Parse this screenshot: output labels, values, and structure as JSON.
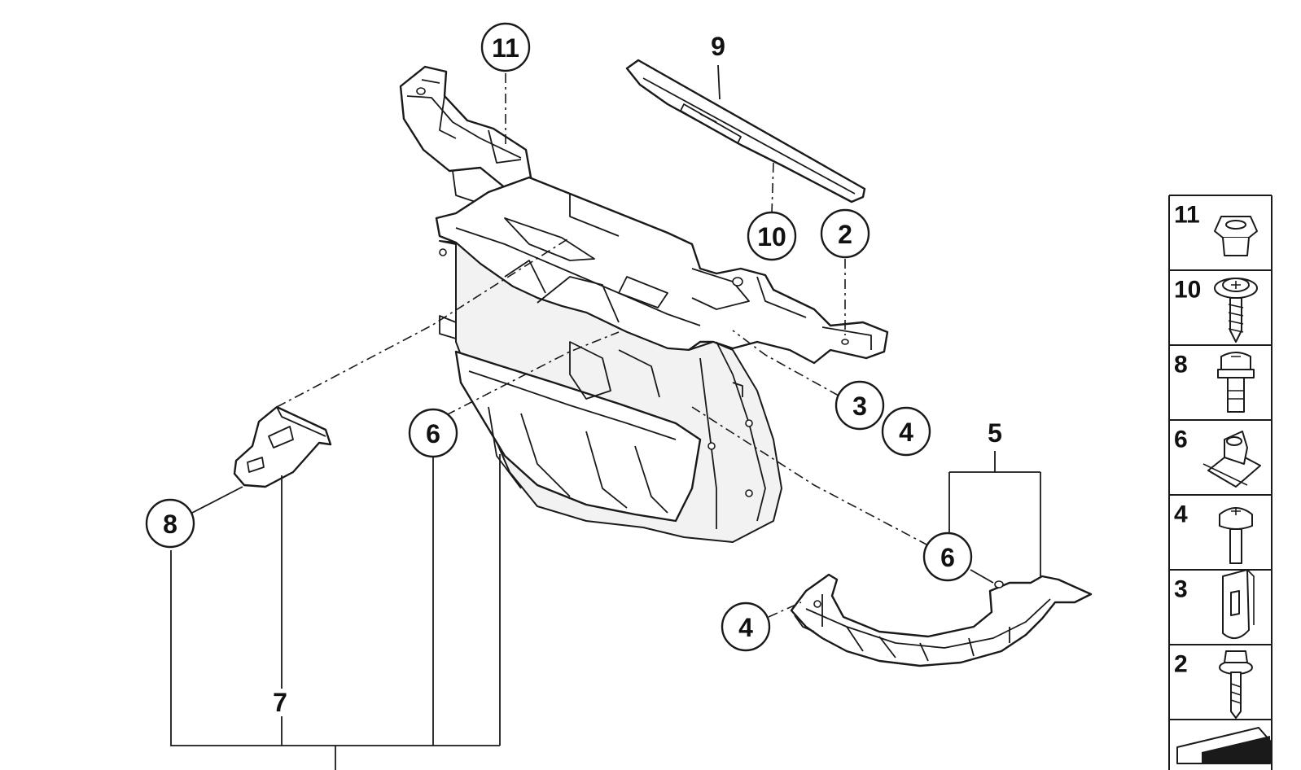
{
  "diagram": {
    "parts": [
      {
        "id": "support-panel",
        "name": "front-end-support-panel"
      },
      {
        "id": "cover-strip",
        "name": "cover-strip"
      },
      {
        "id": "bracket-left",
        "name": "bracket-left"
      },
      {
        "id": "bracket-right",
        "name": "bracket-right"
      }
    ],
    "callouts": [
      {
        "id": "c11",
        "label": "11",
        "style": "circle"
      },
      {
        "id": "c9",
        "label": "9",
        "style": "plain"
      },
      {
        "id": "c10",
        "label": "10",
        "style": "circle"
      },
      {
        "id": "c2",
        "label": "2",
        "style": "circle"
      },
      {
        "id": "c3",
        "label": "3",
        "style": "circle"
      },
      {
        "id": "c4a",
        "label": "4",
        "style": "circle"
      },
      {
        "id": "c5",
        "label": "5",
        "style": "plain"
      },
      {
        "id": "c6a",
        "label": "6",
        "style": "circle"
      },
      {
        "id": "c6b",
        "label": "6",
        "style": "circle"
      },
      {
        "id": "c4b",
        "label": "4",
        "style": "circle"
      },
      {
        "id": "c8",
        "label": "8",
        "style": "circle"
      },
      {
        "id": "c7",
        "label": "7",
        "style": "plain"
      }
    ],
    "legend": {
      "items": [
        {
          "label": "11",
          "icon": "expanding-nut-icon"
        },
        {
          "label": "10",
          "icon": "self-tapping-screw-icon"
        },
        {
          "label": "8",
          "icon": "collar-screw-icon"
        },
        {
          "label": "6",
          "icon": "clip-nut-icon"
        },
        {
          "label": "4",
          "icon": "fillister-head-screw-icon"
        },
        {
          "label": "3",
          "icon": "spring-nut-icon"
        },
        {
          "label": "2",
          "icon": "hex-bolt-washer-icon"
        }
      ],
      "footer_icon": "scale-marker-icon"
    }
  }
}
